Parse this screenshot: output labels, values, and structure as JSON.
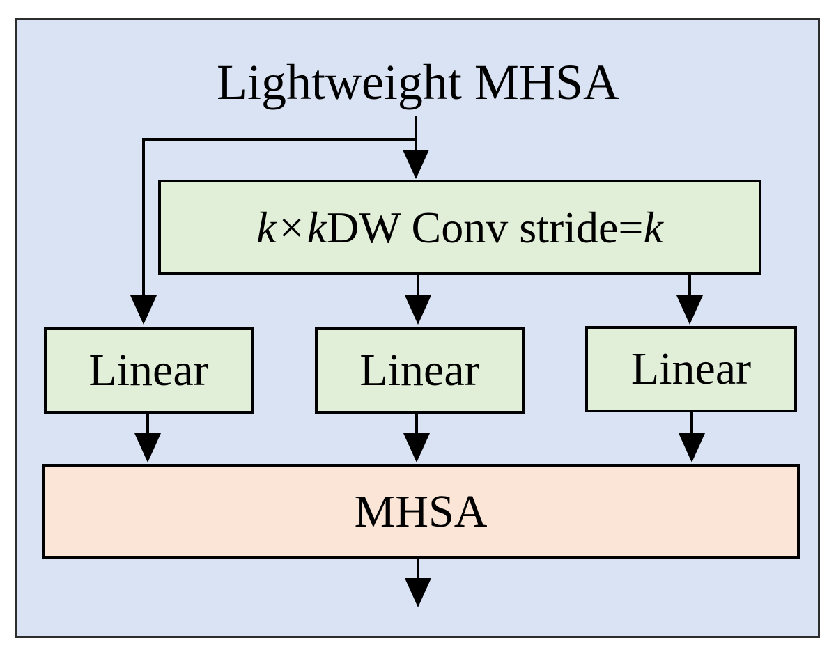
{
  "diagram": {
    "title": "Lightweight MHSA",
    "blocks": {
      "dwconv": {
        "k1": "k",
        "op": " × ",
        "k2": "k",
        "rest": " DW Conv stride=",
        "k3": "k"
      },
      "linear": [
        "Linear",
        "Linear",
        "Linear"
      ],
      "mhsa": "MHSA"
    },
    "colors": {
      "frame_background": "#dae3f3",
      "green_block": "#e1eed8",
      "orange_block": "#fbe5d6",
      "line": "#000000",
      "frame_border": "#2d2d2d",
      "text": "#000000"
    }
  }
}
